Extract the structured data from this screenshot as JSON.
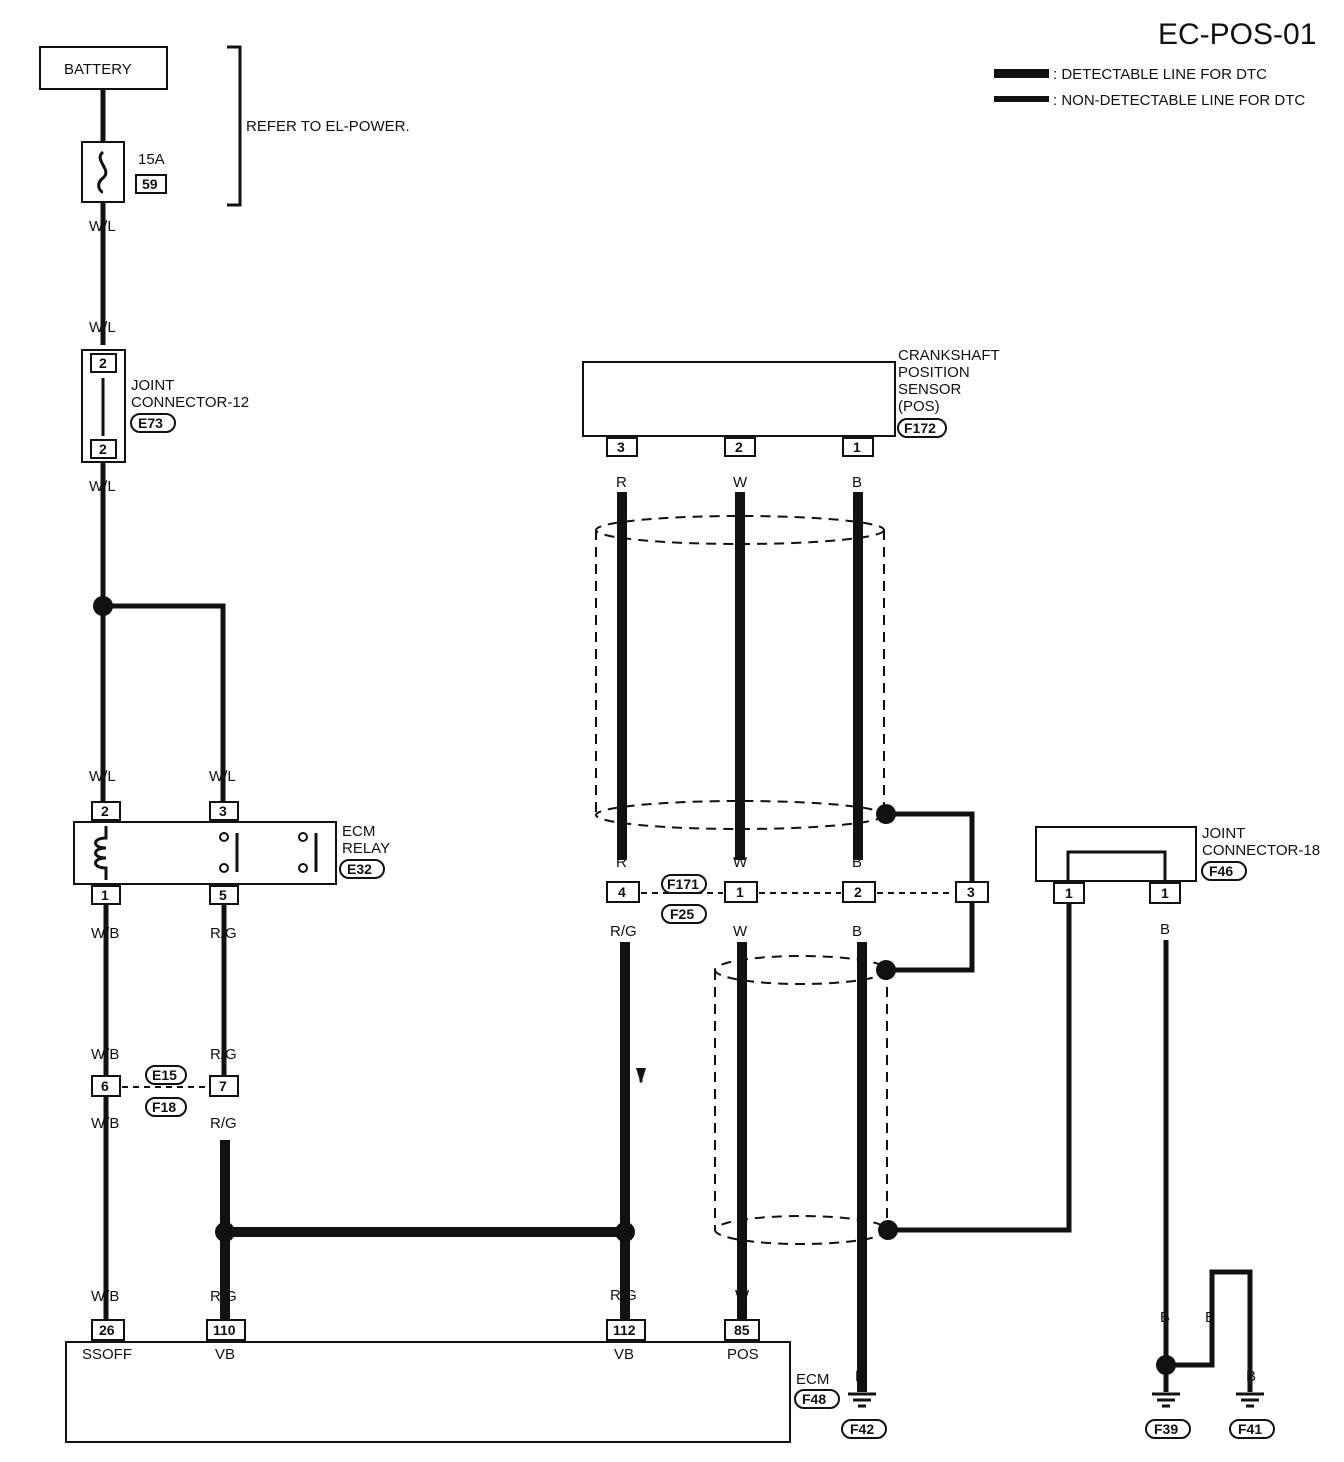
{
  "title": "EC-POS-01",
  "legend": [
    {
      "text": ": DETECTABLE LINE FOR DTC",
      "style": "thick"
    },
    {
      "text": ": NON-DETECTABLE LINE FOR DTC",
      "style": "thin"
    }
  ],
  "battery": {
    "label": "BATTERY"
  },
  "fuse": {
    "rating": "15A",
    "number": "59"
  },
  "refer_note": "REFER TO EL-POWER.",
  "joint12": {
    "line1": "JOINT",
    "line2": "CONNECTOR-12",
    "code": "E73",
    "pin_top": "2",
    "pin_bottom": "2"
  },
  "relay": {
    "line1": "ECM",
    "line2": "RELAY",
    "code": "E32",
    "pins": {
      "p2": "2",
      "p3": "3",
      "p1": "1",
      "p5": "5"
    }
  },
  "harness_e15": {
    "top": "E15",
    "bottom": "F18",
    "pin_a": "6",
    "pin_b": "7"
  },
  "sensor": {
    "line1": "CRANKSHAFT",
    "line2": "POSITION",
    "line3": "SENSOR",
    "line4": "(POS)",
    "code": "F172",
    "pins": [
      "3",
      "2",
      "1"
    ]
  },
  "harness_f171": {
    "top": "F171",
    "bottom": "F25",
    "pins": [
      "4",
      "1",
      "2",
      "3"
    ]
  },
  "joint18": {
    "line1": "JOINT",
    "line2": "CONNECTOR-18",
    "code": "F46",
    "pins": [
      "1",
      "1"
    ]
  },
  "ecm": {
    "label": "ECM",
    "code": "F48",
    "terminals": [
      {
        "pin": "26",
        "name": "SSOFF"
      },
      {
        "pin": "110",
        "name": "VB"
      },
      {
        "pin": "112",
        "name": "VB"
      },
      {
        "pin": "85",
        "name": "POS"
      }
    ]
  },
  "grounds": [
    "F42",
    "F39",
    "F41"
  ],
  "wire_labels": {
    "wl": "W/L",
    "wb": "W/B",
    "rg": "R/G",
    "r": "R",
    "w": "W",
    "b": "B"
  }
}
